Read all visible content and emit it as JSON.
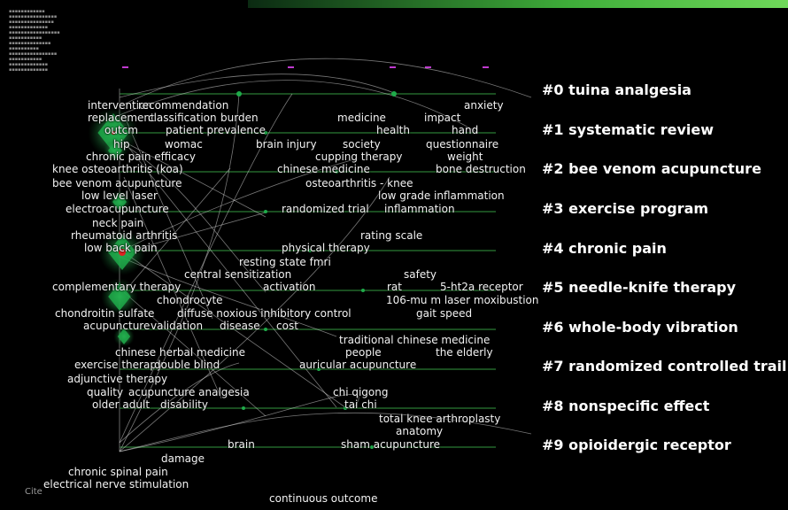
{
  "colors": {
    "background": "#000000",
    "link": "#d9d9d9",
    "cluster_line": "#2f8a3a",
    "node": "#1faa4a",
    "node_core": "#e02222",
    "text": "#f2f2f2"
  },
  "clusters": [
    "#0 tuina analgesia",
    "#1 systematic review",
    "#2 bee venom acupuncture",
    "#3 exercise program",
    "#4 chronic pain",
    "#5 needle-knife therapy",
    "#6 whole-body vibration",
    "#7 randomized controlled trail",
    "#8 nonspecific effect",
    "#9 opioidergic receptor"
  ],
  "keywords": {
    "intervention": "intervention",
    "recommendation": "recommendation",
    "anxiety": "anxiety",
    "replacement": "replacement",
    "classification": "classification",
    "burden": "burden",
    "medicine": "medicine",
    "impact": "impact",
    "outcm": "outcm",
    "patient_prevalence": "patient prevalence",
    "health": "health",
    "hand": "hand",
    "hip": "hip",
    "womac": "womac",
    "brain_injury": "brain injury",
    "society": "society",
    "questionnaire": "questionnaire",
    "chronic_pain_efficacy": "chronic pain efficacy",
    "cupping_therapy": "cupping therapy",
    "weight": "weight",
    "knee_oa": "knee osteoarthritis (koa)",
    "chinese_medicine": "chinese medicine",
    "bone_destruction": "bone destruction",
    "bee_venom_acupuncture": "bee venom acupuncture",
    "osteoarthritis_knee": "osteoarthritis - knee",
    "low_level_laser": "low level laser",
    "low_grade_inflammation": "low grade inflammation",
    "electroacupuncture": "electroacupuncture",
    "randomized_trial": "randomized trial",
    "inflammation": "inflammation",
    "neck_pain": "neck pain",
    "rheumatoid_arthritis": "rheumatoid arthritis",
    "rating_scale": "rating scale",
    "low_back_pain": "low back pain",
    "physical_therapy": "physical therapy",
    "resting_state_fmri": "resting state fmri",
    "safety": "safety",
    "central_sensitization": "central sensitization",
    "complementary_therapy": "complementary therapy",
    "activation": "activation",
    "rat": "rat",
    "5ht2a": "5-ht2a receptor",
    "chondrocyte": "chondrocyte",
    "laser_moxibustion": "106-mu m laser moxibustion",
    "chondroitin_sulfate": "chondroitin sulfate",
    "dnic": "diffuse noxious inhibitory control",
    "gait_speed": "gait speed",
    "acupuncture": "acupuncture",
    "validation": "validation",
    "disease": "disease",
    "cost": "cost",
    "tcm": "traditional chinese medicine",
    "chinese_herbal_medicine": "chinese herbal medicine",
    "people": "people",
    "the_elderly": "the elderly",
    "exercise_therapy": "exercise therapy",
    "double_blind": "double blind",
    "auricular_acupuncture": "auricular acupuncture",
    "adjunctive_therapy": "adjunctive therapy",
    "quality": "quality",
    "acupuncture_analgesia": "acupuncture analgesia",
    "chi_qigong": "chi qigong",
    "older_adult": "older adult",
    "disability": "disability",
    "tai_chi": "tai chi",
    "tka": "total knee arthroplasty",
    "anatomy": "anatomy",
    "brain": "brain",
    "sham_acupuncture": "sham acupuncture",
    "damage": "damage",
    "chronic_spinal_pain": "chronic spinal pain",
    "electrical_nerve_stimulation": "electrical nerve stimulation",
    "continuous_outcome": "continuous outcome"
  },
  "logo_text": "CiteSpace"
}
